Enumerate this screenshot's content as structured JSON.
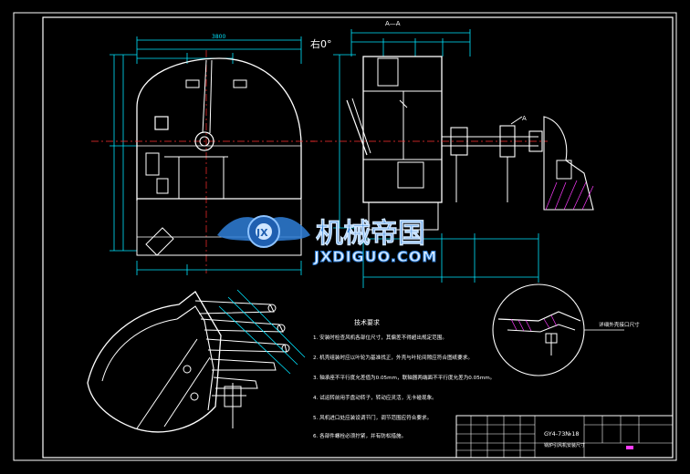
{
  "colors": {
    "background": "#000000",
    "outline": "#ffffff",
    "dimension": "#00e5ff",
    "centerline": "#ff3030",
    "hatch": "#ff3cff",
    "note": "#ffff40",
    "watermark": "#2f7fd8"
  },
  "main_view": {
    "label_angle": "右0°",
    "dim_top": "3800"
  },
  "section_view": {
    "label": "A—A",
    "arrow_label": "A"
  },
  "watermark": {
    "name": "机械帝国",
    "url": "JXDIGUO.COM",
    "icon": "gear-wings-logo"
  },
  "tech_req": {
    "title": "技术要求",
    "items": [
      "1. 安装时检查风机各部位尺寸，其偏差不得超出规定范围。",
      "2. 机壳组装时应以叶轮为基准找正，外壳与叶轮间隙应符合图纸要求。",
      "3. 轴承座不平行度允差值为0.05mm，联轴器两端面不平行度允差为0.05mm。",
      "4. 试运转前用手盘动转子，转动应灵活，无卡碰现象。",
      "5. 风机进口处应装设调节门，调节范围应符合要求。",
      "6. 各部件螺栓必须拧紧，并有防松措施。"
    ]
  },
  "detail_note": "详细外壳接口尺寸",
  "title_block": {
    "drawing_no": "GY4-73№18",
    "subtitle": "锅炉引风机安装尺寸"
  }
}
